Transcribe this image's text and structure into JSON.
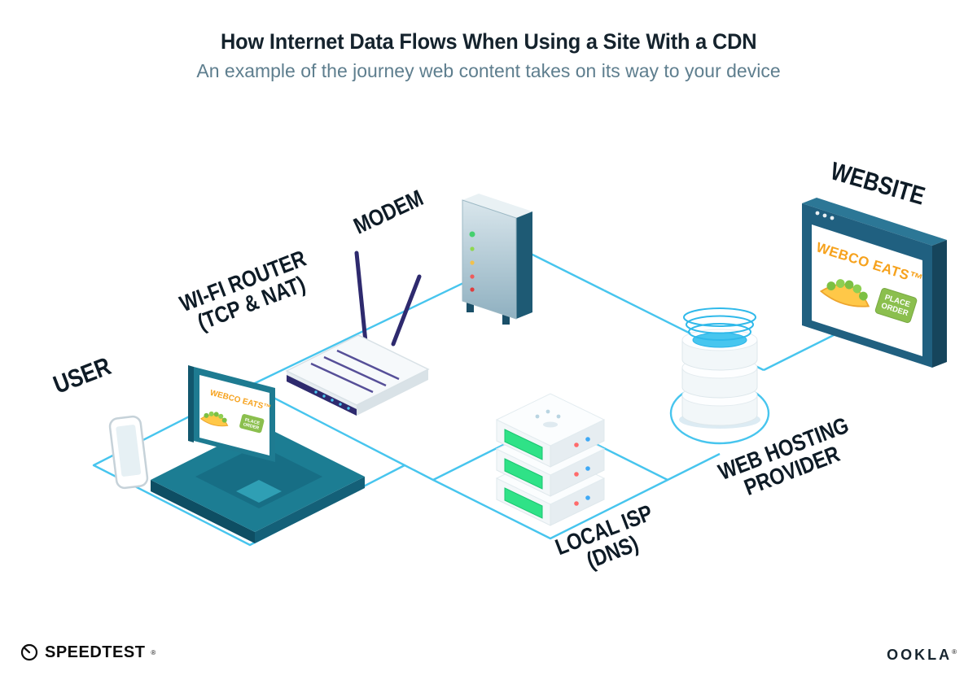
{
  "header": {
    "title": "How Internet Data Flows When Using a Site With a CDN",
    "subtitle": "An example of the journey web content takes on its way to your device"
  },
  "labels": {
    "user": "USER",
    "router_line1": "WI-FI ROUTER",
    "router_line2": "(TCP & NAT)",
    "modem": "MODEM",
    "website": "WEBSITE",
    "hosting_line1": "WEB HOSTING",
    "hosting_line2": "PROVIDER",
    "isp_line1": "LOCAL ISP",
    "isp_line2": "(DNS)"
  },
  "website_screen": {
    "brand": "WEBCO EATS™",
    "order_button_line1": "PLACE",
    "order_button_line2": "ORDER"
  },
  "laptop_screen": {
    "brand": "WEBCO EATS™"
  },
  "footer": {
    "speedtest": "SPEEDTEST",
    "speedtest_mark": "®",
    "ookla": "OOKLA",
    "ookla_mark": "®"
  },
  "colors": {
    "connection_line": "#47c5ee",
    "title_text": "#15232d",
    "subtitle_text": "#5e7e8e",
    "label_text": "#0e1b26",
    "device_teal": "#1e7b91",
    "router_indigo": "#2e2a6e",
    "server_green": "#2fe287",
    "brand_orange": "#f6a21d",
    "order_button_green": "#8bbf4e",
    "modem_side_teal": "#1e5a74"
  }
}
